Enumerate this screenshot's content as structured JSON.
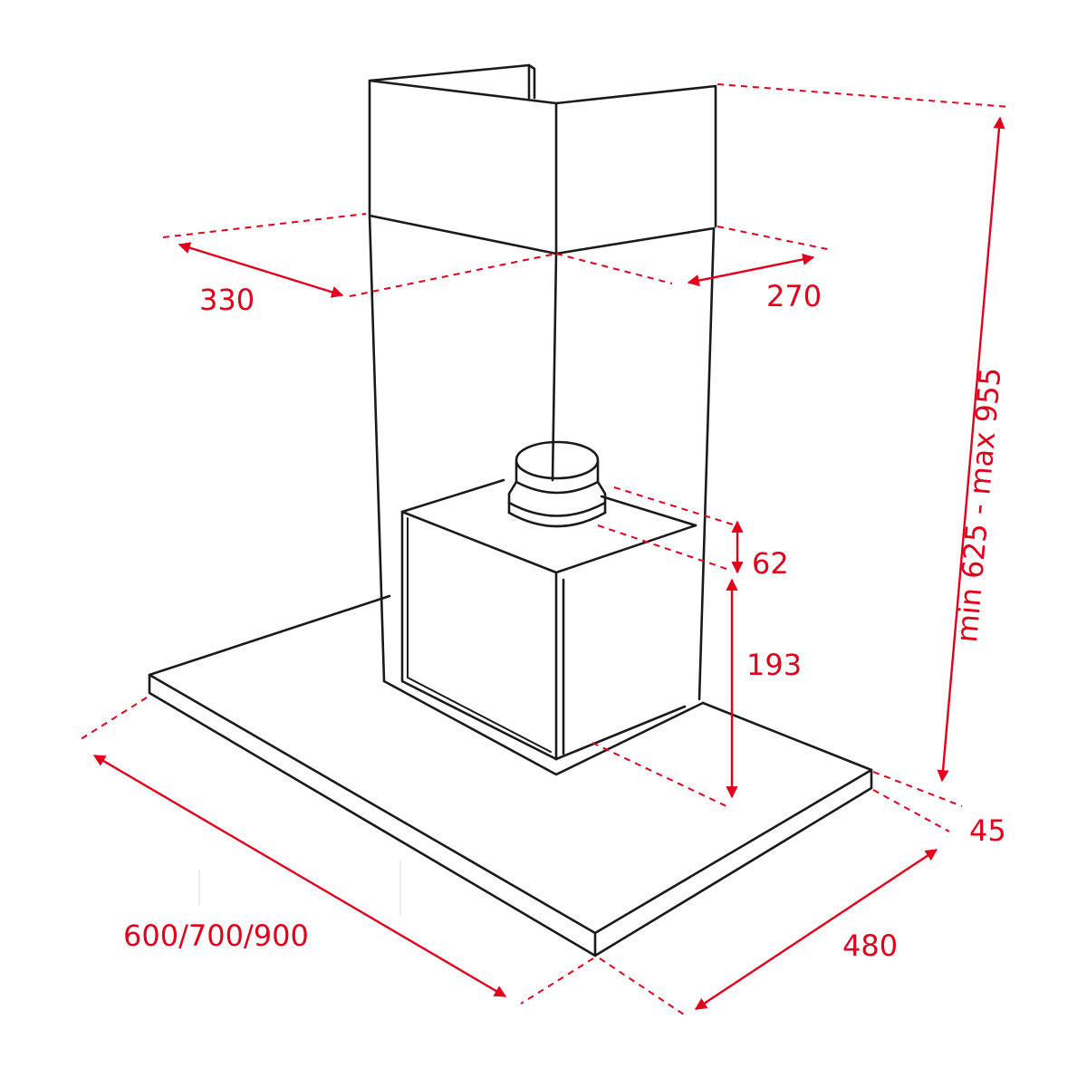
{
  "colors": {
    "dimension": "#e3001b",
    "outline": "#1a1a1a"
  },
  "dimensions": {
    "chimney_width": "330",
    "chimney_depth": "270",
    "total_height": "min 625 - max 955",
    "outlet_height": "62",
    "motor_height": "193",
    "canopy_thickness": "45",
    "canopy_width": "600/700/900",
    "canopy_depth": "480"
  }
}
